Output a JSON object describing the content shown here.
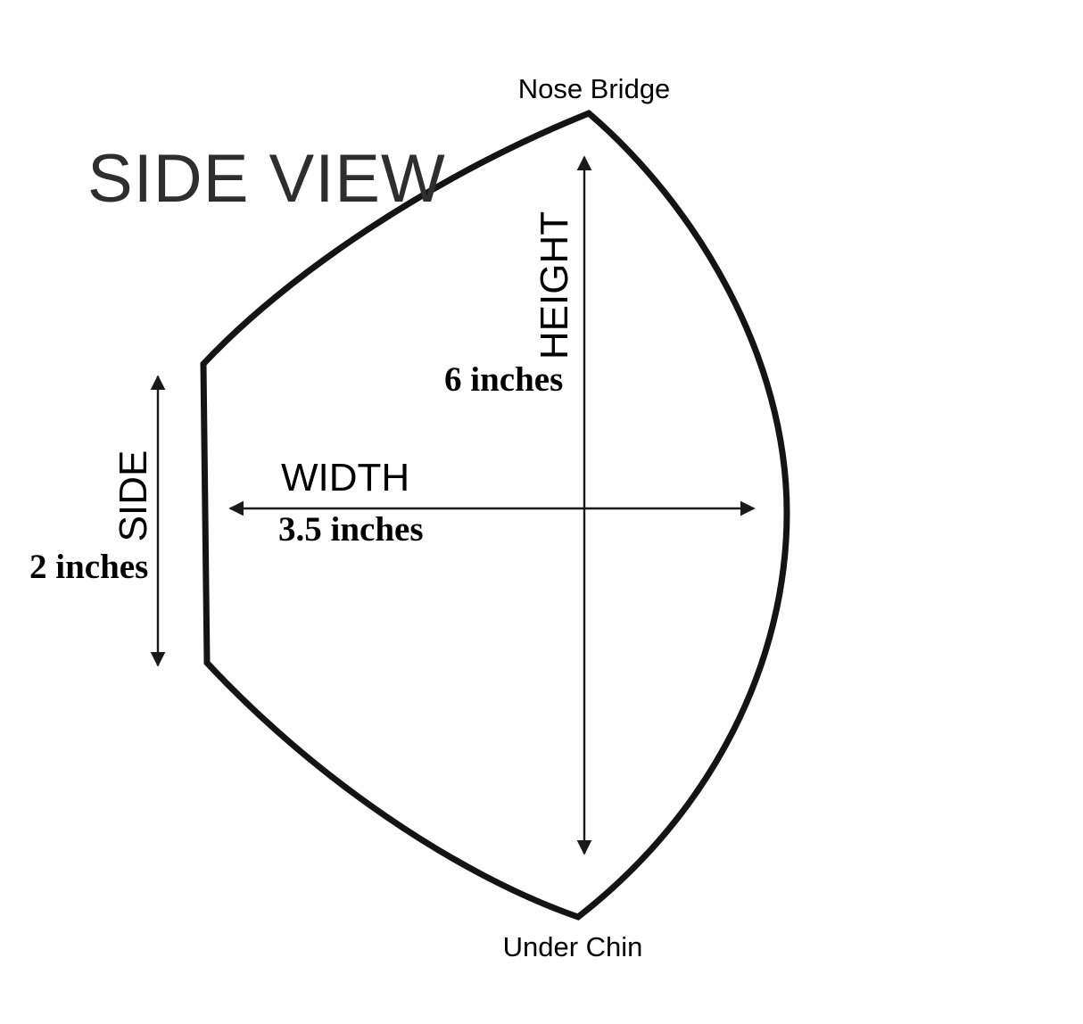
{
  "diagram": {
    "title": "SIDE VIEW",
    "point_labels": {
      "top": "Nose Bridge",
      "bottom": "Under Chin"
    },
    "measurements": {
      "height": {
        "label": "HEIGHT",
        "value": "6 inches"
      },
      "width": {
        "label": "WIDTH",
        "value": "3.5 inches"
      },
      "side": {
        "label": "SIDE",
        "value": "2 inches"
      }
    },
    "colors": {
      "outline": "#141414",
      "dimension_line": "#1a1a1a",
      "text": "#000000",
      "title": "#2e2e2e",
      "background": "#ffffff"
    }
  }
}
